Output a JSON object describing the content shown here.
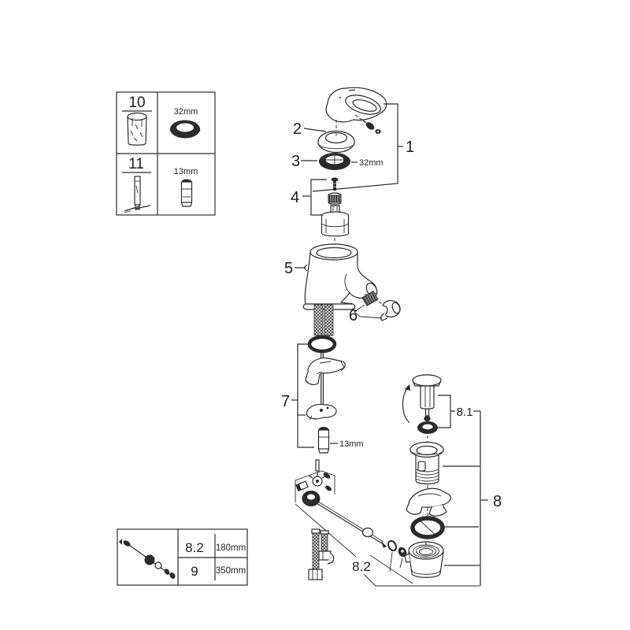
{
  "labels": {
    "p1": "1",
    "p2": "2",
    "p3": "3",
    "p4": "4",
    "p5": "5",
    "p6": "6",
    "p7": "7",
    "p8": "8",
    "p8_1": "8.1",
    "p8_2": "8.2"
  },
  "dims": {
    "cap_ring_size": "32mm",
    "bolt_size": "13mm"
  },
  "tools_box": {
    "rows": [
      {
        "ref": "10",
        "size": "32mm"
      },
      {
        "ref": "11",
        "size": "13mm"
      }
    ]
  },
  "lengths_box": {
    "rows": [
      {
        "ref": "8.2",
        "length": "180mm"
      },
      {
        "ref": "9",
        "length": "350mm"
      }
    ]
  },
  "colors": {
    "line": "#2b2b2b",
    "background": "#ffffff"
  }
}
